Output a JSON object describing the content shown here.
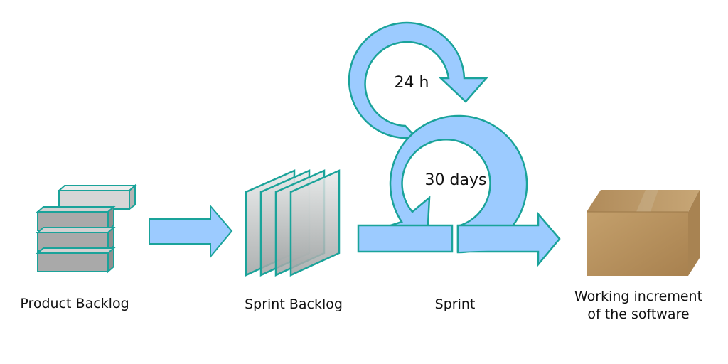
{
  "colors": {
    "arrow_fill": "#9ccbff",
    "arrow_stroke": "#1aa39a",
    "block_fill": "#a9a9a9",
    "block_top": "#d9d9d9",
    "sheet_edge": "#1aa39a",
    "box_fill": "#b3905e"
  },
  "icons": {
    "product_backlog": "stacked-blocks-icon",
    "sprint_backlog": "stacked-sheets-icon",
    "increment": "cardboard-box-icon"
  },
  "labels": {
    "product_backlog": "Product Backlog",
    "sprint_backlog": "Sprint Backlog",
    "sprint": "Sprint",
    "increment_line1": "Working increment",
    "increment_line2": "of the software"
  },
  "cycles": {
    "daily": "24 h",
    "sprint": "30 days"
  }
}
